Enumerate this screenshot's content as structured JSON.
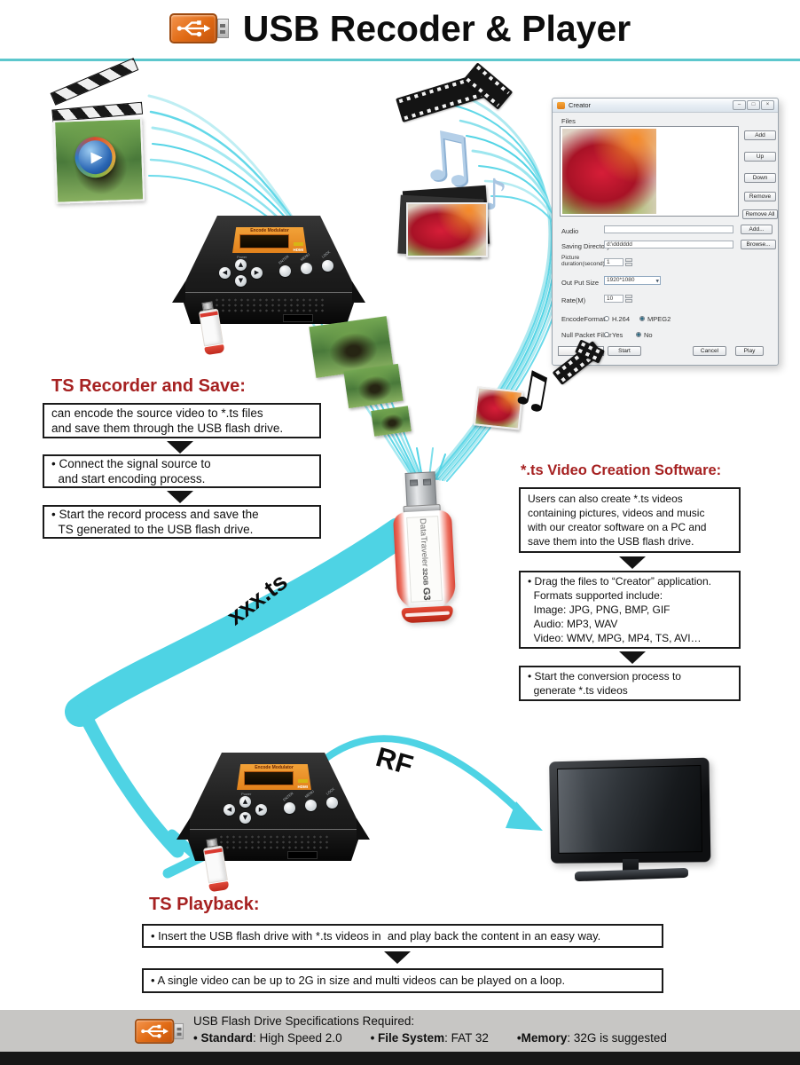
{
  "header": {
    "title": "USB Recoder & Player"
  },
  "creator": {
    "title": "Creator",
    "files_label": "Files",
    "list_buttons": [
      "Add",
      "Up",
      "Down",
      "Remove",
      "Remove All"
    ],
    "audio_label": "Audio",
    "audio_value": "",
    "audio_button": "Add...",
    "saving_label": "Saving Directory",
    "saving_value": "d:\\dddddd",
    "saving_button": "Browse...",
    "duration_label": "Picture\nduration(second)",
    "duration_value": "1",
    "outsize_label": "Out Put Size",
    "outsize_value": "1920*1080",
    "rate_label": "Rate(M)",
    "rate_value": "10",
    "encode_label": "EncodeFormat",
    "encode_opt1": "H.264",
    "encode_opt2": "MPEG2",
    "encode_selected": "MPEG2",
    "null_label": "Null Packet Filter",
    "null_opt1": "Yes",
    "null_opt2": "No",
    "null_selected": "No",
    "start_button": "Start",
    "cancel_button": "Cancel",
    "play_button": "Play"
  },
  "recorder": {
    "heading": "TS Recorder and Save:",
    "intro": "can encode the source video to *.ts files\nand save them through the USB flash drive.",
    "step1": "• Connect the signal source to\n  and start encoding process.",
    "step2": "• Start the record process and save the\n  TS generated to the USB flash drive."
  },
  "creation": {
    "heading": "*.ts Video Creation Software:",
    "intro": "Users can also create *.ts videos\ncontaining pictures, videos and music\nwith our creator software on a PC and\nsave them into the USB flash drive.",
    "step1": "• Drag the files to “Creator” application.\n  Formats supported include:\n  Image: JPG, PNG, BMP, GIF\n  Audio: MP3, WAV\n  Video: WMV, MPG, MP4, TS, AVI…",
    "step2": "• Start the conversion process to\n  generate *.ts videos"
  },
  "playback": {
    "heading": "TS Playback:",
    "step1": "• Insert the USB flash drive with *.ts videos in  and play back the content in an easy way.",
    "step2": "• A single video can be up to 2G in size and multi videos can be played on a loop."
  },
  "labels": {
    "file_flow": "xxx.ts",
    "rf": "RF"
  },
  "device": {
    "panel_title": "Encode Modulator",
    "hdmi": "HDMI",
    "power": "Power",
    "btn_enter": "ENTER",
    "btn_menu": "MENU",
    "btn_lock": "LOCK"
  },
  "usb_drive": {
    "brand": "DataTraveler",
    "capacity": "32GB",
    "model": "G3"
  },
  "footer": {
    "title": "USB Flash Drive Specifications Required:",
    "specs": [
      {
        "label": "• Standard",
        "value": ": High Speed 2.0"
      },
      {
        "label": "• File System",
        "value": ": FAT 32"
      },
      {
        "label": "•Memory",
        "value": ": 32G is suggested"
      }
    ]
  },
  "glyphs": {
    "win_min": "–",
    "win_max": "□",
    "win_close": "×",
    "nav_left": "◀",
    "nav_up": "▲",
    "nav_down": "▼",
    "nav_right": "▶",
    "play": "▶",
    "dropdown": "▼",
    "note_double": "♫",
    "note_single": "♪"
  },
  "colors": {
    "accent_cyan": "#4ed3e4",
    "heading_red": "#a62121",
    "usb_orange": "#e06a14"
  }
}
